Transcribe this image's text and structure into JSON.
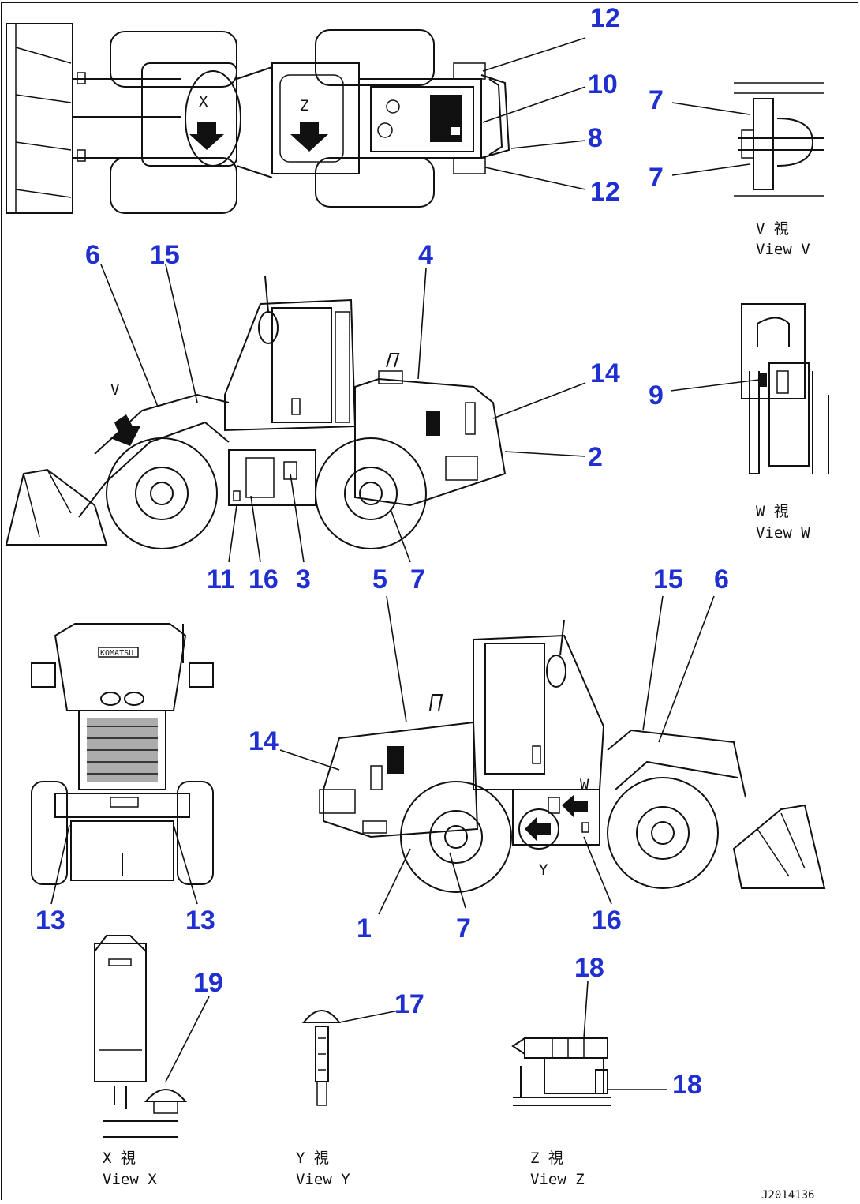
{
  "drawing_code": "J2014136",
  "callouts": [
    {
      "id": "c12a",
      "text": "12"
    },
    {
      "id": "c10",
      "text": "10"
    },
    {
      "id": "c8",
      "text": "8"
    },
    {
      "id": "c12b",
      "text": "12"
    },
    {
      "id": "c7a",
      "text": "7"
    },
    {
      "id": "c7b",
      "text": "7"
    },
    {
      "id": "c6a",
      "text": "6"
    },
    {
      "id": "c15a",
      "text": "15"
    },
    {
      "id": "c4",
      "text": "4"
    },
    {
      "id": "c14a",
      "text": "14"
    },
    {
      "id": "c2",
      "text": "2"
    },
    {
      "id": "c11",
      "text": "11"
    },
    {
      "id": "c16a",
      "text": "16"
    },
    {
      "id": "c3",
      "text": "3"
    },
    {
      "id": "c5",
      "text": "5"
    },
    {
      "id": "c7c",
      "text": "7"
    },
    {
      "id": "c9",
      "text": "9"
    },
    {
      "id": "c15b",
      "text": "15"
    },
    {
      "id": "c6b",
      "text": "6"
    },
    {
      "id": "c14b",
      "text": "14"
    },
    {
      "id": "c13a",
      "text": "13"
    },
    {
      "id": "c13b",
      "text": "13"
    },
    {
      "id": "c1",
      "text": "1"
    },
    {
      "id": "c7d",
      "text": "7"
    },
    {
      "id": "c16b",
      "text": "16"
    },
    {
      "id": "c18a",
      "text": "18"
    },
    {
      "id": "c19",
      "text": "19"
    },
    {
      "id": "c17",
      "text": "17"
    },
    {
      "id": "c18b",
      "text": "18"
    }
  ],
  "views": {
    "v": {
      "jp": "V  視",
      "en": "View V"
    },
    "w": {
      "jp": "W  視",
      "en": "View W"
    },
    "x": {
      "jp": "X  視",
      "en": "View X"
    },
    "y": {
      "jp": "Y  視",
      "en": "View Y"
    },
    "z": {
      "jp": "Z  視",
      "en": "View Z"
    }
  },
  "view_markers": {
    "x": "X",
    "z": "Z",
    "v": "V",
    "w": "W",
    "y": "Y"
  },
  "brand_plate": "KOMATSU",
  "colors": {
    "callout": "#1f2fd0",
    "line": "#111111"
  }
}
